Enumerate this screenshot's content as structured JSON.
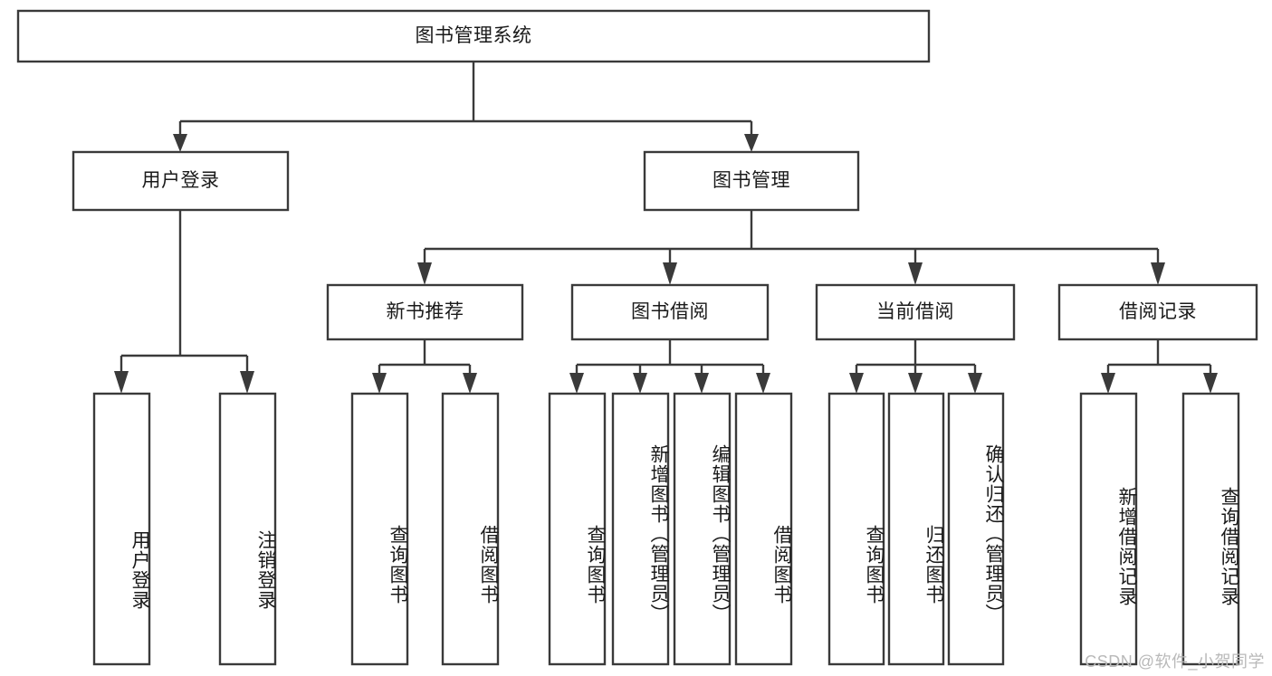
{
  "diagram": {
    "type": "tree-hierarchy-chart",
    "title": "图书管理系统",
    "watermark": "CSDN @软件_小贺同学",
    "colors": {
      "stroke": "#3a3a3a",
      "fill": "#ffffff",
      "text": "#1a1a1a",
      "watermark": "#b9b9b9",
      "background": "#ffffff"
    },
    "levels": [
      {
        "level": 1,
        "nodes": [
          {
            "id": "root",
            "label": "图书管理系统",
            "orientation": "horizontal"
          }
        ]
      },
      {
        "level": 2,
        "nodes": [
          {
            "id": "user-login",
            "label": "用户登录",
            "orientation": "horizontal",
            "parent": "root"
          },
          {
            "id": "book-manage",
            "label": "图书管理",
            "orientation": "horizontal",
            "parent": "root"
          }
        ]
      },
      {
        "level": 3,
        "nodes": [
          {
            "id": "new-book-rec",
            "label": "新书推荐",
            "orientation": "horizontal",
            "parent": "book-manage"
          },
          {
            "id": "book-borrow",
            "label": "图书借阅",
            "orientation": "horizontal",
            "parent": "book-manage"
          },
          {
            "id": "current-borrow",
            "label": "当前借阅",
            "orientation": "horizontal",
            "parent": "book-manage"
          },
          {
            "id": "borrow-record",
            "label": "借阅记录",
            "orientation": "horizontal",
            "parent": "book-manage"
          }
        ]
      },
      {
        "level": 4,
        "nodes": [
          {
            "id": "leaf-user-login",
            "label": "用户登录",
            "orientation": "vertical",
            "parent": "user-login"
          },
          {
            "id": "leaf-logout",
            "label": "注销登录",
            "orientation": "vertical",
            "parent": "user-login"
          },
          {
            "id": "leaf-query-book-1",
            "label": "查询图书",
            "orientation": "vertical",
            "parent": "new-book-rec"
          },
          {
            "id": "leaf-borrow-book-1",
            "label": "借阅图书",
            "orientation": "vertical",
            "parent": "new-book-rec"
          },
          {
            "id": "leaf-query-book-2",
            "label": "查询图书",
            "orientation": "vertical",
            "parent": "book-borrow"
          },
          {
            "id": "leaf-add-book",
            "label": "新增图书（管理员）",
            "orientation": "vertical",
            "parent": "book-borrow"
          },
          {
            "id": "leaf-edit-book",
            "label": "编辑图书（管理员）",
            "orientation": "vertical",
            "parent": "book-borrow"
          },
          {
            "id": "leaf-borrow-book-2",
            "label": "借阅图书",
            "orientation": "vertical",
            "parent": "book-borrow"
          },
          {
            "id": "leaf-query-book-3",
            "label": "查询图书",
            "orientation": "vertical",
            "parent": "current-borrow"
          },
          {
            "id": "leaf-return-book",
            "label": "归还图书",
            "orientation": "vertical",
            "parent": "current-borrow"
          },
          {
            "id": "leaf-confirm-return",
            "label": "确认归还（管理员）",
            "orientation": "vertical",
            "parent": "current-borrow"
          },
          {
            "id": "leaf-add-record",
            "label": "新增借阅记录",
            "orientation": "vertical",
            "parent": "borrow-record"
          },
          {
            "id": "leaf-query-record",
            "label": "查询借阅记录",
            "orientation": "vertical",
            "parent": "borrow-record"
          }
        ]
      }
    ]
  }
}
